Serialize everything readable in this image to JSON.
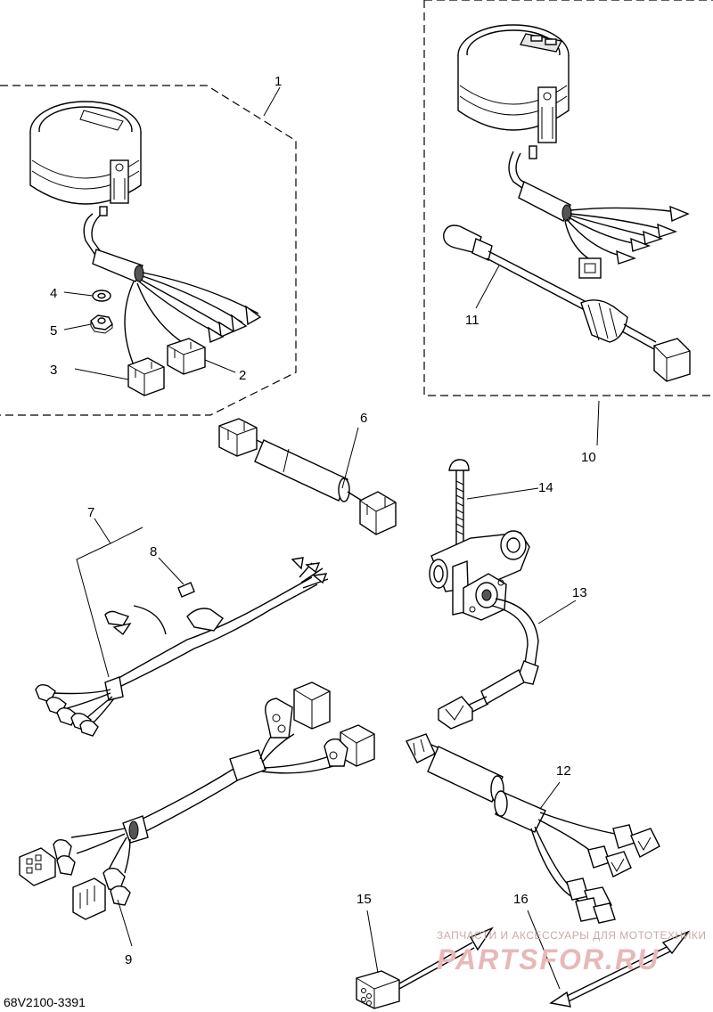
{
  "diagram": {
    "part_labels": [
      "1",
      "2",
      "3",
      "4",
      "5",
      "6",
      "7",
      "8",
      "9",
      "10",
      "11",
      "12",
      "13",
      "14",
      "15",
      "16"
    ],
    "drawing_code": "68V2100-3391",
    "watermark": {
      "caption": "ЗАПЧАСТИ И АКСЕССУАРЫ ДЛЯ МОТОТЕХНИКИ",
      "brand": "PARTSFOR.RU"
    }
  }
}
